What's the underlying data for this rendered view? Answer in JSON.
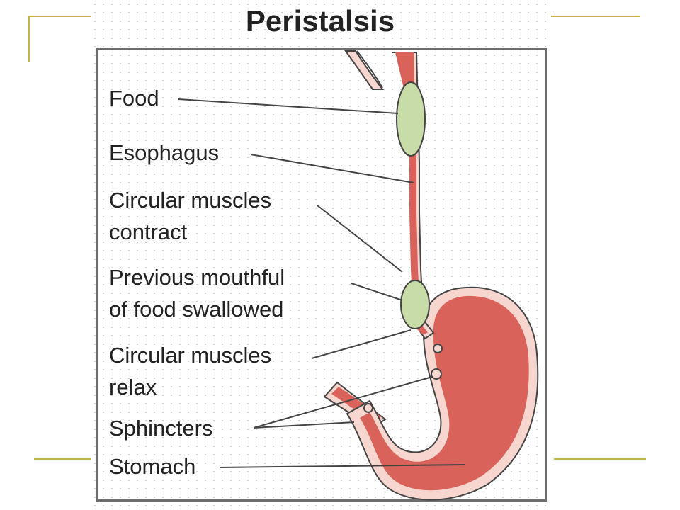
{
  "title": "Peristalsis",
  "labels": {
    "food": "Food",
    "esophagus": "Esophagus",
    "circular_contract_1": "Circular muscles",
    "circular_contract_2": "contract",
    "previous_mouthful_1": "Previous mouthful",
    "previous_mouthful_2": "of food swallowed",
    "circular_relax_1": "Circular muscles",
    "circular_relax_2": "relax",
    "sphincters": "Sphincters",
    "stomach": "Stomach"
  },
  "colors": {
    "muscle": "#d9635a",
    "tissue": "#f6d6cf",
    "food": "#c7dca6",
    "outline": "#444444",
    "slide_accent": "#c8b14a"
  }
}
